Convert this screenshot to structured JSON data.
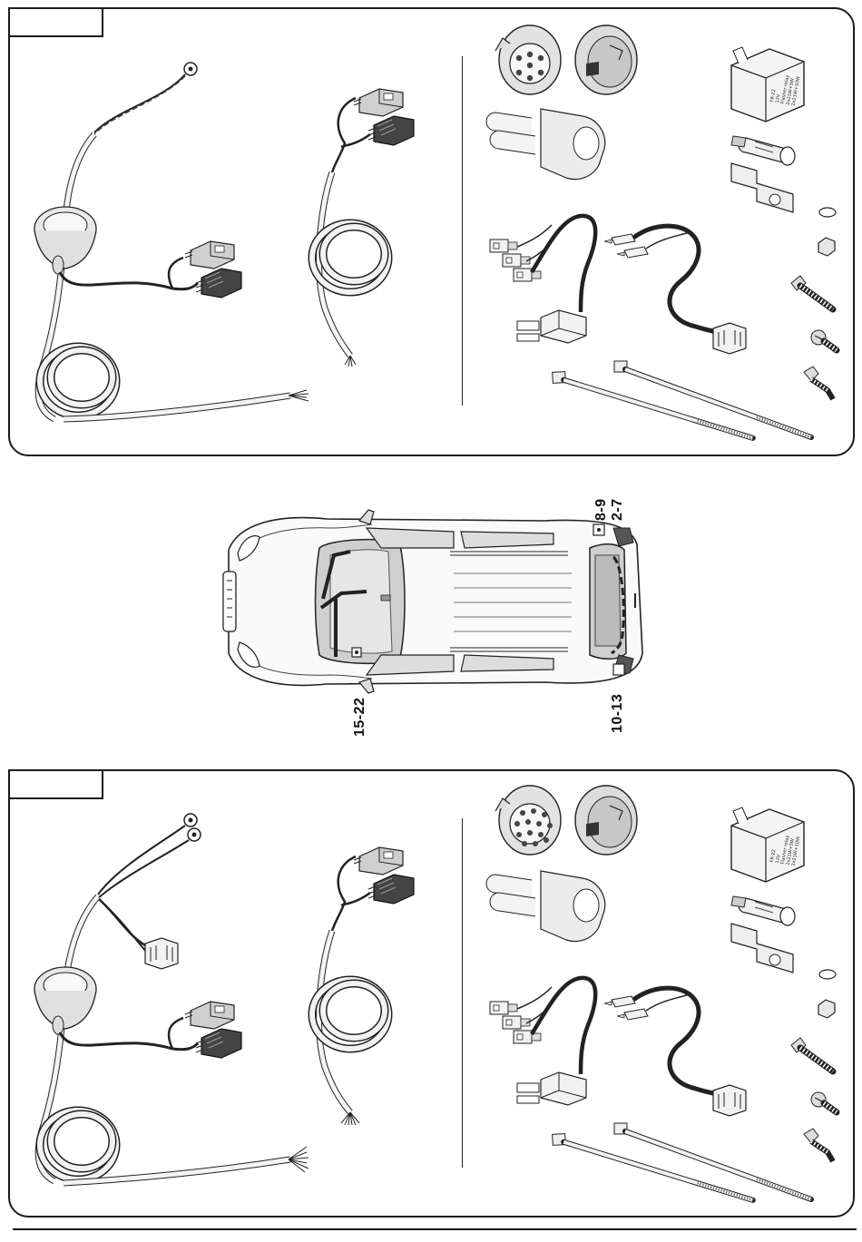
{
  "diagram": {
    "kit_top": {
      "tab_label": "",
      "components": [
        "wiring-harness-13pin-variant",
        "socket-7pin",
        "socket-cover",
        "relay",
        "bulb-holder",
        "washer",
        "nut",
        "bolt",
        "screw",
        "self-tapping-screw",
        "cable-tie",
        "connector-harness"
      ]
    },
    "car_view": {
      "labels": {
        "a": "8-9",
        "b": "2-7",
        "c": "15-22",
        "d": "10-13"
      }
    },
    "kit_bottom": {
      "tab_label": "",
      "components": [
        "wiring-harness-13pin-variant",
        "socket-13pin",
        "socket-cover",
        "relay",
        "bulb-holder",
        "washer",
        "nut",
        "bolt",
        "screw",
        "self-tapping-screw",
        "cable-tie",
        "connector-harness"
      ]
    },
    "relay_text": "FR-22\n12V\nFlasher relay\n2x21W+5W\n2x21W+10W"
  }
}
